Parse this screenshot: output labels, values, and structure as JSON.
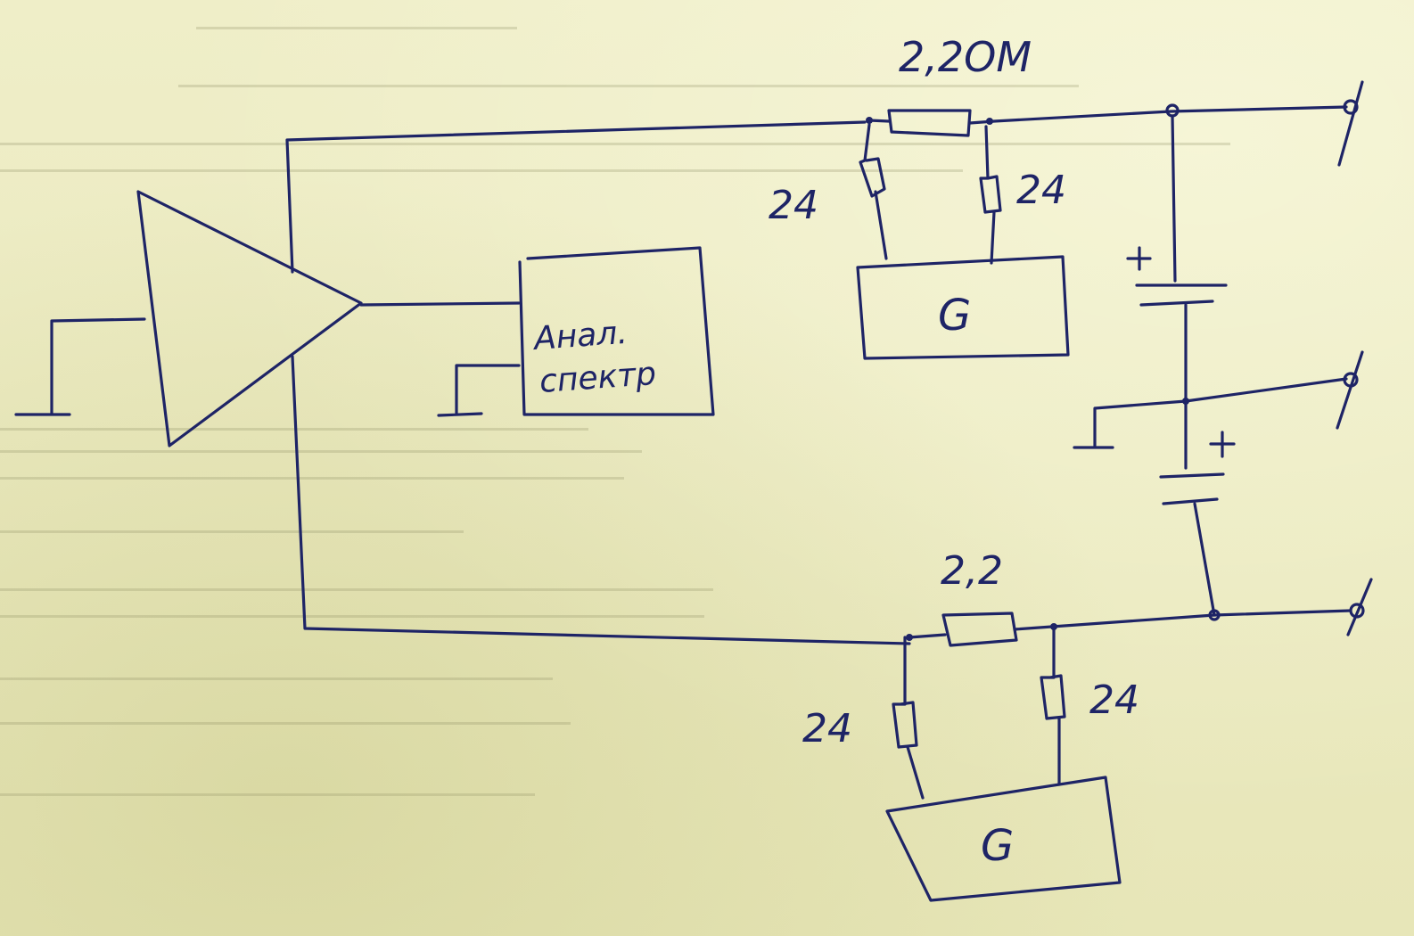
{
  "labels": {
    "r_top": "2,2ОМ",
    "r_top_left": "24",
    "r_top_right": "24",
    "gen_top": "G",
    "analyzer_line1": "Анал.",
    "analyzer_line2": "спектр",
    "r_bot": "2,2",
    "r_bot_left": "24",
    "r_bot_right": "24",
    "gen_bot": "G",
    "cap_top_plus": "+",
    "cap_bot_plus": "+"
  },
  "colors": {
    "ink": "#1e2466",
    "paper": "#ecebc0"
  }
}
